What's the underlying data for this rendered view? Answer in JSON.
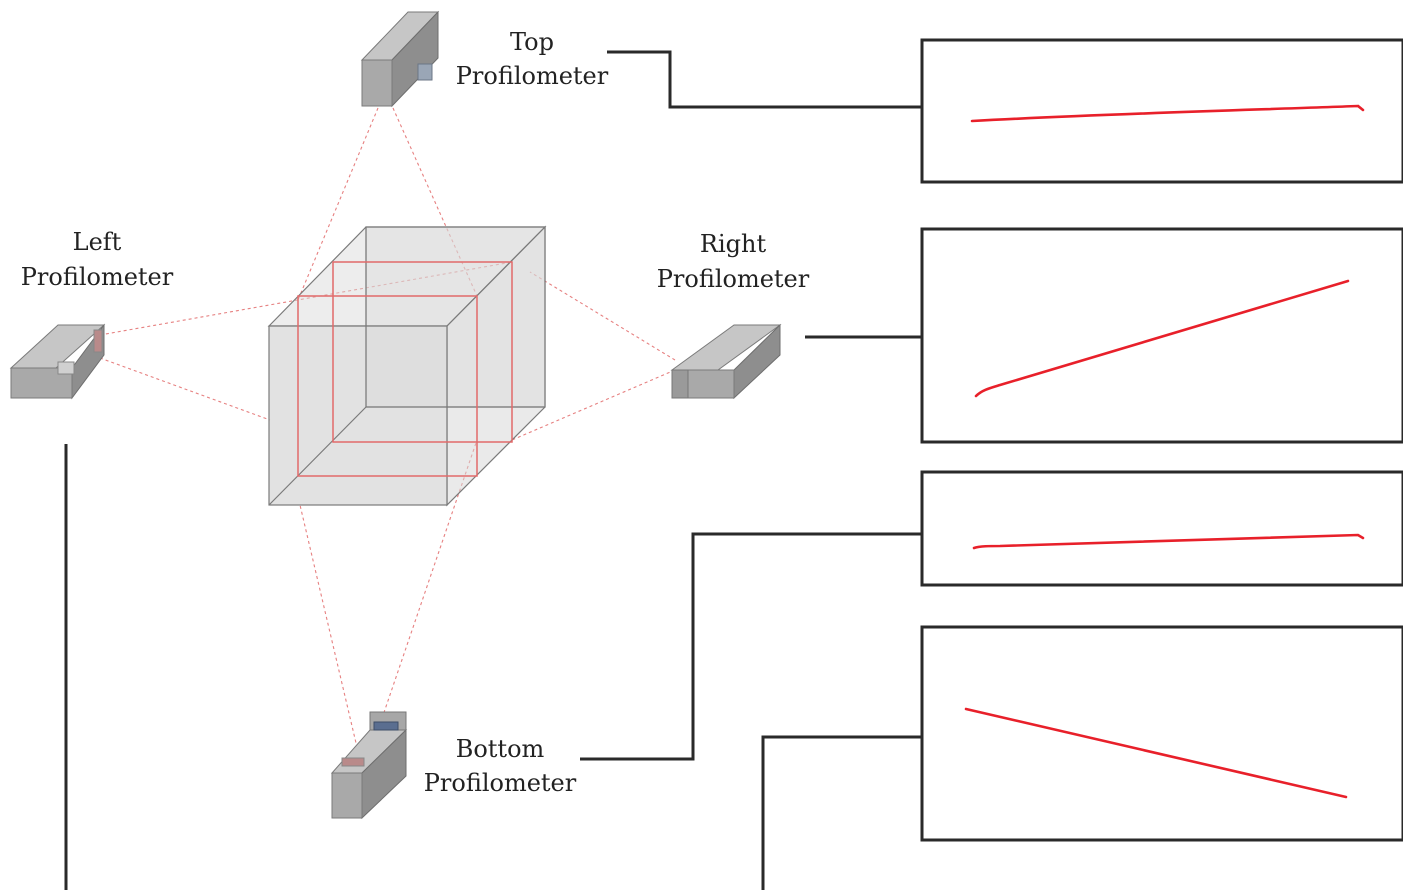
{
  "labels": {
    "top": [
      "Top",
      "Profilometer"
    ],
    "left": [
      "Left",
      "Profilometer"
    ],
    "right": [
      "Right",
      "Profilometer"
    ],
    "bottom": [
      "Bottom",
      "Profilometer"
    ]
  },
  "colors": {
    "profile_line": "#e8202a",
    "laser": "#e26a6a",
    "cube_fill": "#d6d6d6",
    "cube_edge": "#7a7a7a",
    "panel_border": "#2a2a2a"
  },
  "profiles": {
    "top_panel": "rising-slight",
    "right_panel": "rising-steep",
    "bottom_panel_1": "rising-slight",
    "bottom_panel_2": "falling"
  }
}
